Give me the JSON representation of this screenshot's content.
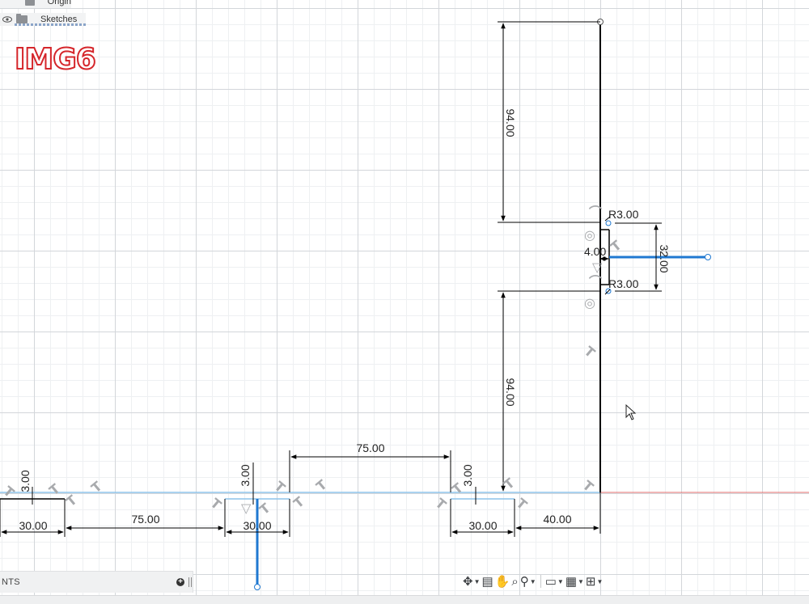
{
  "browser": {
    "items": [
      {
        "label": "Origin"
      },
      {
        "label": "Sketches"
      }
    ]
  },
  "image_tag": "IMG6",
  "dimensions": {
    "top_vertical": "94.00",
    "bottom_vertical": "94.00",
    "radius_top": "R3.00",
    "radius_bottom": "R3.00",
    "notch_depth": "4.00",
    "notch_height": "32.00",
    "spacing_top": "75.00",
    "spacing_left": "75.00",
    "width_left": "30.00",
    "width_middle": "30.00",
    "width_right": "30.00",
    "width_end": "40.00",
    "thick_left": "3.00",
    "thick_middle": "3.00",
    "thick_right": "3.00"
  },
  "comments_panel": {
    "label": "NTS"
  },
  "toolbar": {
    "tools": [
      {
        "icon": "orbit-icon",
        "glyph": "✥"
      },
      {
        "icon": "look-at-icon",
        "glyph": "▤"
      },
      {
        "icon": "pan-icon",
        "glyph": "✋"
      },
      {
        "icon": "zoom-icon",
        "glyph": "⌕"
      },
      {
        "icon": "fit-icon",
        "glyph": "⚲"
      },
      {
        "icon": "display-settings-icon",
        "glyph": "▭"
      },
      {
        "icon": "grid-icon",
        "glyph": "▦"
      },
      {
        "icon": "viewports-icon",
        "glyph": "⊞"
      }
    ]
  },
  "colors": {
    "sketch_line": "#000000",
    "selected_line": "#1f78d1",
    "construction_line": "#8ec4ea",
    "axis_red": "#e06c6c",
    "constraint_glyph": "#a8aaad",
    "tag_red": "#d5262b"
  }
}
